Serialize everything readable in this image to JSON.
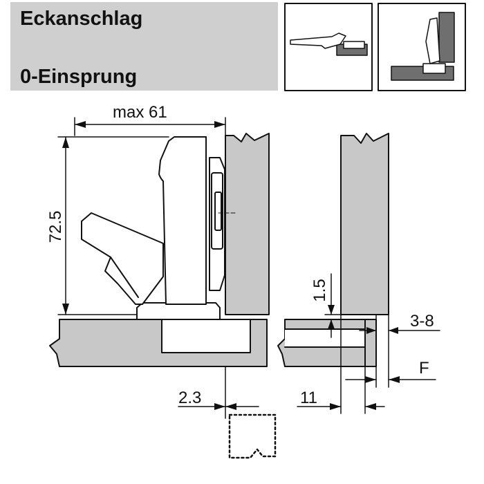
{
  "header": {
    "title": "Eckanschlag",
    "subtitle": "0-Einsprung"
  },
  "dimensions": {
    "max_width": "max 61",
    "height": "72.5",
    "offset_a": "1.5",
    "range": "3-8",
    "overlay": "F",
    "offset_b": "2.3",
    "offset_c": "11"
  },
  "colors": {
    "panel_fill": "#c8c8c8",
    "header_fill": "#cfcfcf",
    "line": "#111111",
    "icon_dark": "#6f6f6f"
  }
}
